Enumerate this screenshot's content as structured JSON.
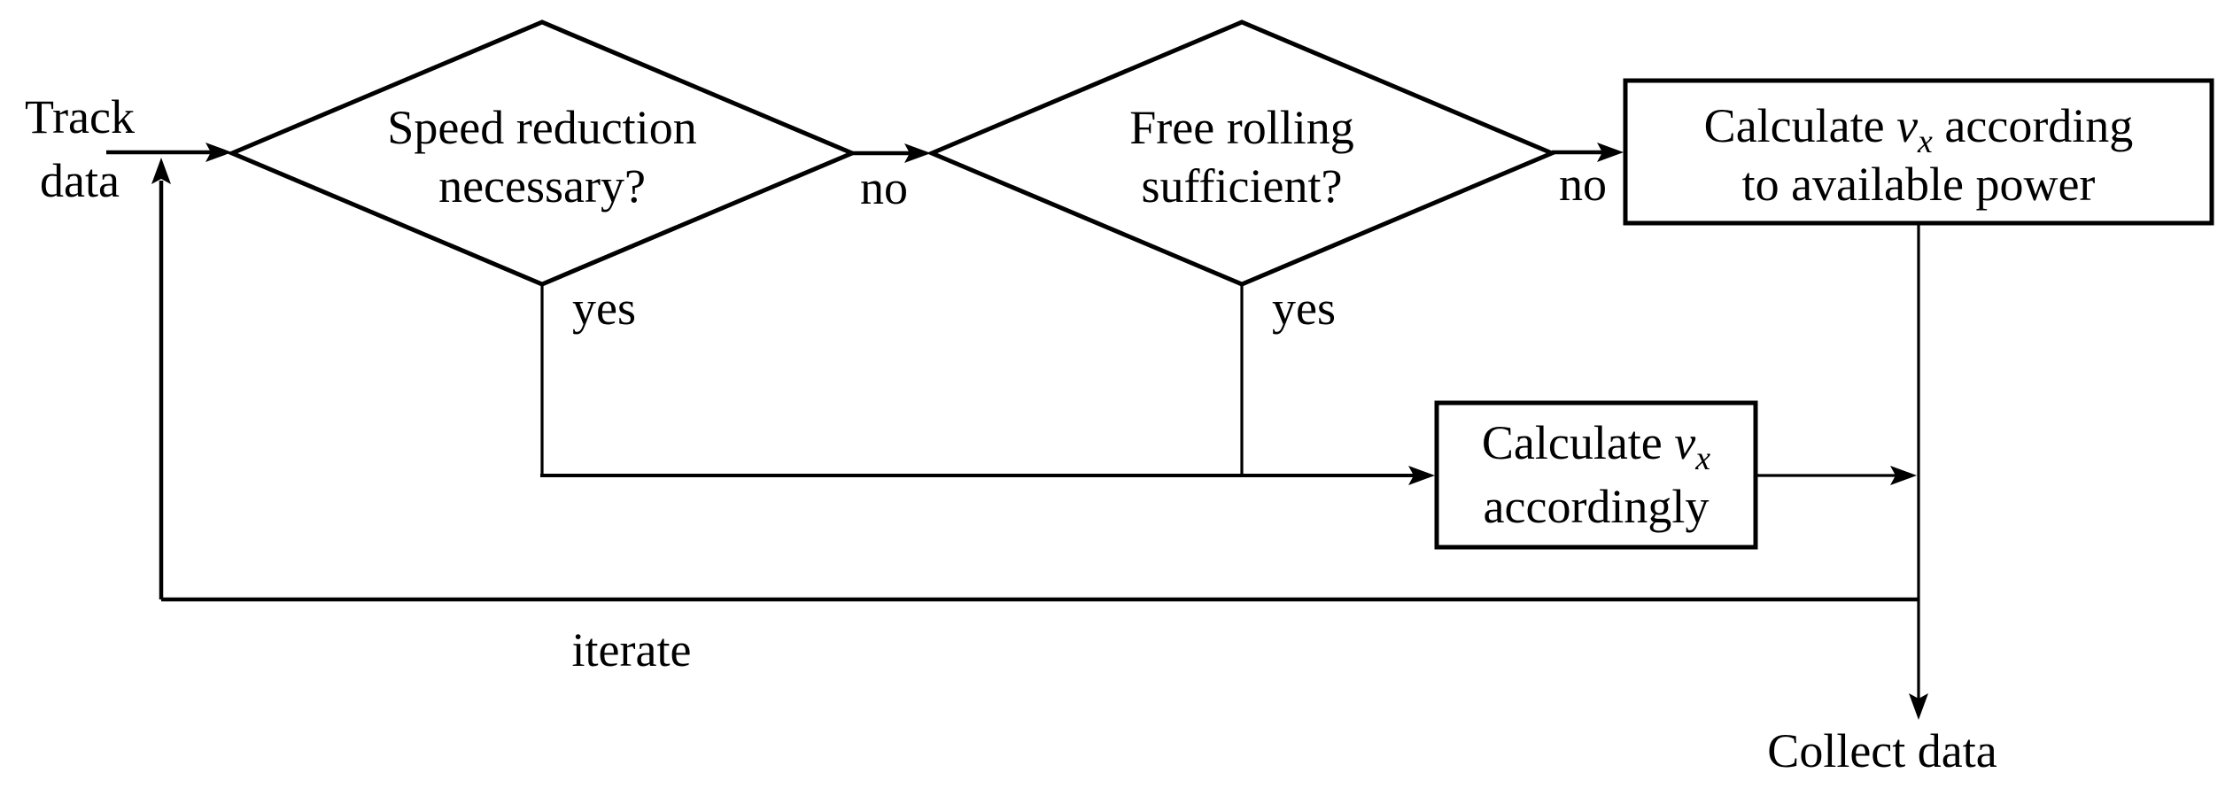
{
  "flowchart": {
    "start": {
      "line1": "Track",
      "line2": "data"
    },
    "decisions": {
      "speed_reduction": {
        "line1": "Speed reduction",
        "line2": "necessary?"
      },
      "free_rolling": {
        "line1": "Free rolling",
        "line2": "sufficient?"
      }
    },
    "processes": {
      "calc_power": {
        "l1a": "Calculate ",
        "var": "v",
        "sub": "x",
        "l1b": " according",
        "line2": "to available power"
      },
      "calc_accordingly": {
        "l1a": "Calculate ",
        "var": "v",
        "sub": "x",
        "line2": "accordingly"
      }
    },
    "edge_labels": {
      "no1": "no",
      "yes1": "yes",
      "no2": "no",
      "yes2": "yes",
      "iterate": "iterate"
    },
    "end": {
      "label": "Collect data"
    },
    "colors": {
      "ink": "#000000",
      "paper": "#ffffff"
    }
  }
}
